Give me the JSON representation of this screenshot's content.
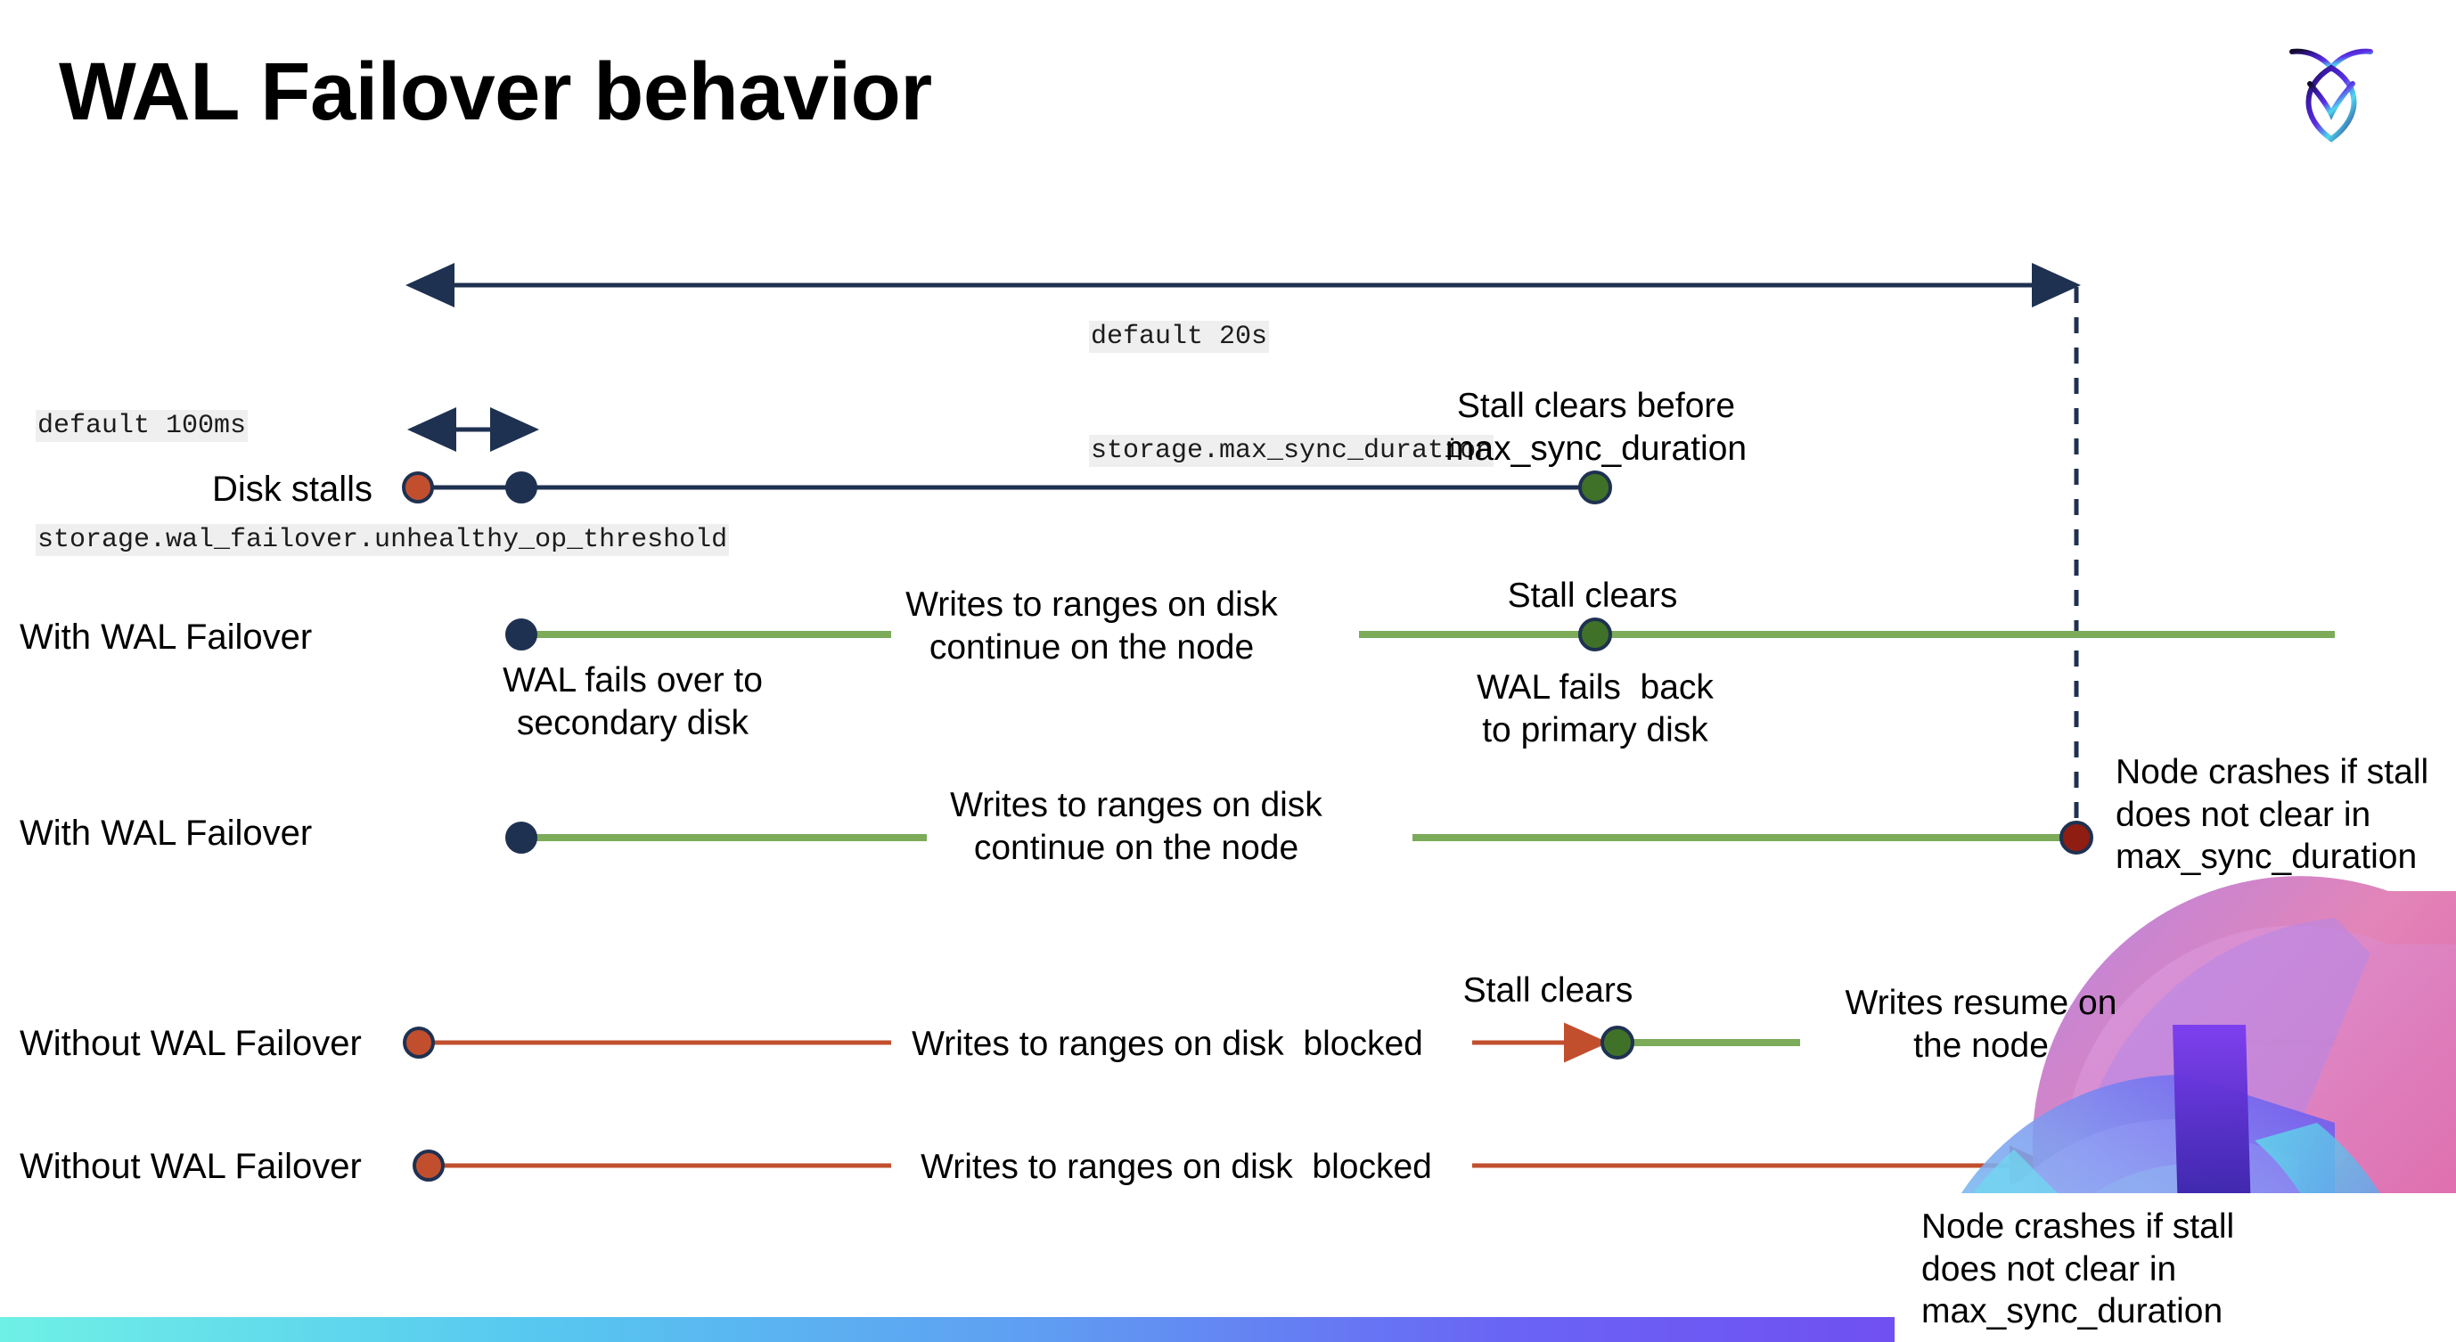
{
  "slide": {
    "title": "WAL Failover behavior",
    "logo_name": "cockroachdb-logo"
  },
  "annotations": {
    "max_sync": {
      "line1": "default 20s",
      "line2": "storage.max_sync_duration"
    },
    "unhealthy_op": {
      "line1": "default 100ms",
      "line2": "storage.wal_failover.unhealthy_op_threshold"
    }
  },
  "rows": [
    {
      "label": "Disk stalls"
    },
    {
      "label": "With WAL Failover"
    },
    {
      "label": "With WAL Failover"
    },
    {
      "label": "Without WAL Failover"
    },
    {
      "label": "Without WAL Failover"
    }
  ],
  "callouts": {
    "stall_clears_before": "Stall clears before\nmax_sync_duration",
    "writes_continue_1": "Writes to ranges on disk\ncontinue on the node",
    "stall_clears_1": "Stall clears",
    "wal_fails_over": "WAL fails over to\nsecondary disk",
    "wal_fails_back": "WAL fails  back\nto primary disk",
    "writes_continue_2": "Writes to ranges on disk\ncontinue on the node",
    "node_crashes_2": "Node crashes if stall\ndoes not clear in\nmax_sync_duration",
    "writes_blocked_1": "Writes to ranges on disk  blocked",
    "stall_clears_2": "Stall clears",
    "writes_resume": "Writes resume on\nthe node",
    "writes_blocked_2": "Writes to ranges on disk  blocked",
    "node_crashes_4": "Node crashes if stall\ndoes not clear in\nmax_sync_duration"
  },
  "colors": {
    "navy": "#1f3151",
    "green_line": "#7cab5a",
    "green_dot": "#3f7228",
    "orange": "#c14f2e",
    "dark_red": "#8f1d12",
    "code_bg": "#efefef",
    "bar_gradient_start": "#6ff0e6",
    "bar_gradient_end": "#7050f2"
  }
}
